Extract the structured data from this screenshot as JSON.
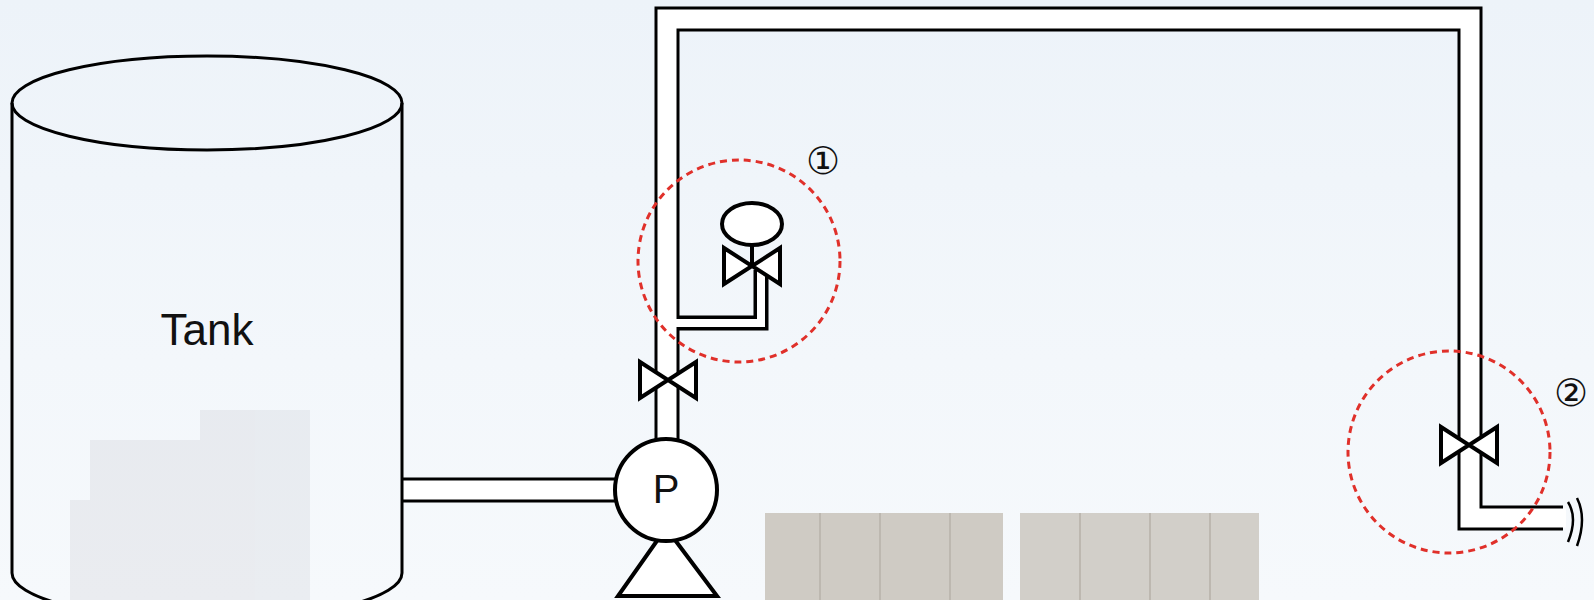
{
  "diagram": {
    "nodes": [
      {
        "text": [
          "Tank"
        ]
      },
      {
        "text": [
          "P"
        ]
      }
    ],
    "edges": [
      {
        "from": 0,
        "to": 1,
        "arrow": "none"
      }
    ],
    "labels": [
      "①",
      "②"
    ]
  }
}
